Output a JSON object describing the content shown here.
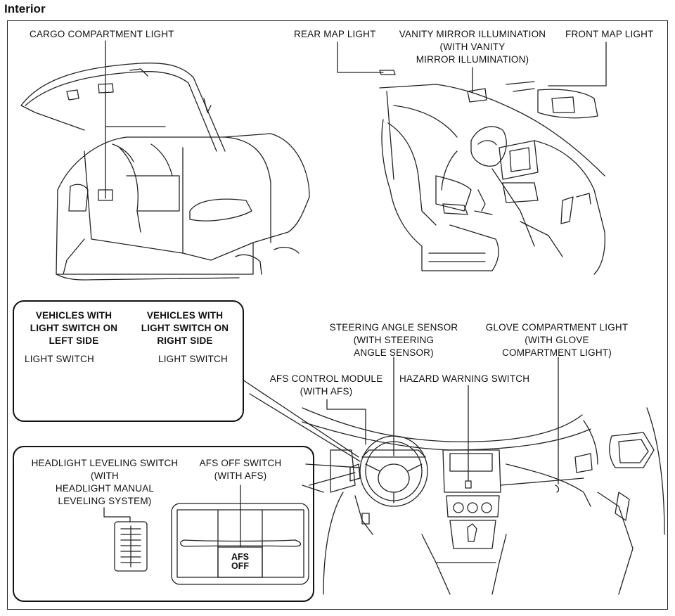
{
  "page_title": "Interior",
  "callouts": {
    "cargo_light": "CARGO COMPARTMENT LIGHT",
    "rear_map_light": "REAR MAP LIGHT",
    "vanity_mirror": [
      "VANITY MIRROR ILLUMINATION",
      "(WITH VANITY",
      "MIRROR ILLUMINATION)"
    ],
    "front_map_light": "FRONT MAP LIGHT",
    "steering_angle_sensor": [
      "STEERING ANGLE SENSOR",
      "(WITH STEERING",
      "ANGLE SENSOR)"
    ],
    "glove_light": [
      "GLOVE COMPARTMENT LIGHT",
      "(WITH GLOVE",
      "COMPARTMENT LIGHT)"
    ],
    "afs_module": [
      "AFS CONTROL MODULE",
      "(WITH AFS)"
    ],
    "hazard_switch": "HAZARD WARNING SWITCH"
  },
  "light_switch_box": {
    "left_header": [
      "VEHICLES WITH",
      "LIGHT SWITCH ON",
      "LEFT SIDE"
    ],
    "right_header": [
      "VEHICLES WITH",
      "LIGHT SWITCH ON",
      "RIGHT SIDE"
    ],
    "left_label": "LIGHT SWITCH",
    "right_label": "LIGHT SWITCH"
  },
  "leveling_box": {
    "headlight_leveling": [
      "HEADLIGHT LEVELING SWITCH",
      "(WITH",
      "HEADLIGHT MANUAL",
      "LEVELING SYSTEM)"
    ],
    "afs_off_switch": [
      "AFS OFF SWITCH",
      "(WITH AFS)"
    ],
    "afs_button": [
      "AFS",
      "OFF"
    ]
  }
}
